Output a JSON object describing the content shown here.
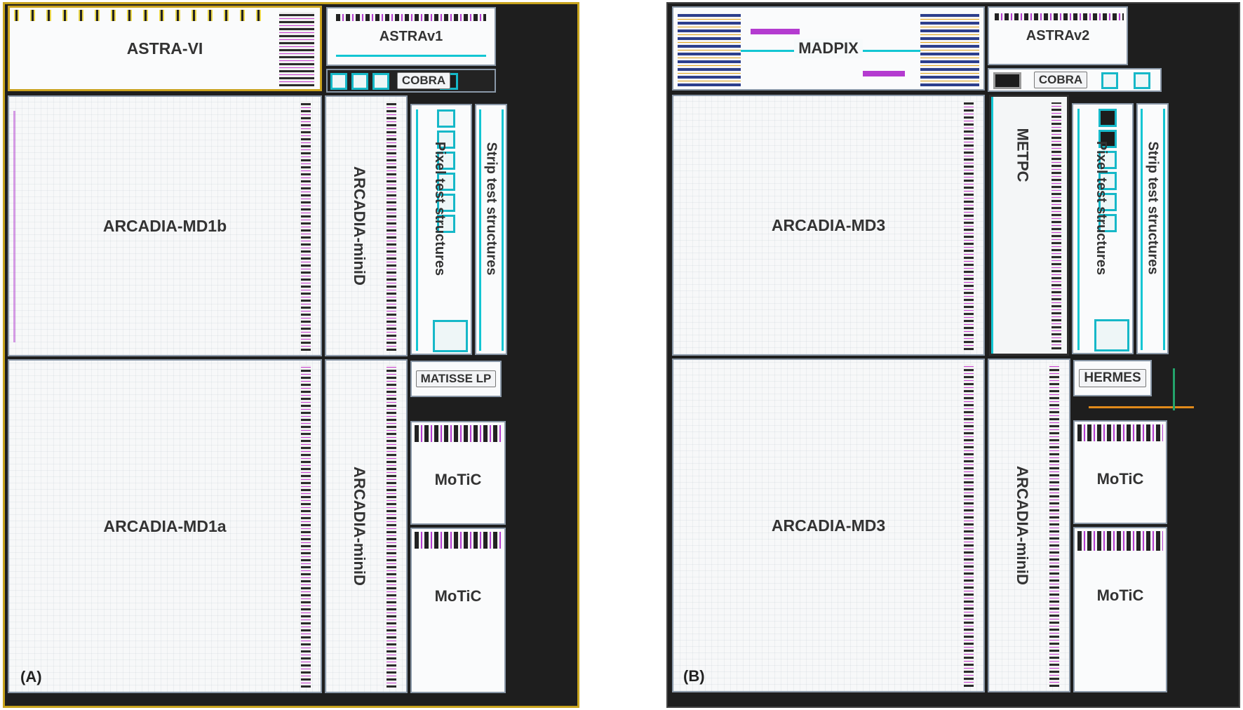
{
  "panel_a": {
    "tag": "(A)",
    "blocks": {
      "astra_vi": "ASTRA-VI",
      "astrav1": "ASTRAv1",
      "cobra": "COBRA",
      "md1b": "ARCADIA-MD1b",
      "minid_top": "ARCADIA-miniD",
      "pixel_test": "Pixel test structures",
      "strip_test": "Strip test structures",
      "matisse": "MATISSE LP",
      "md1a": "ARCADIA-MD1a",
      "minid_bottom": "ARCADIA-miniD",
      "motic_1": "MoTiC",
      "motic_2": "MoTiC"
    }
  },
  "panel_b": {
    "tag": "(B)",
    "blocks": {
      "madpix": "MADPIX",
      "astrav2": "ASTRAv2",
      "cobra": "COBRA",
      "md3_top": "ARCADIA-MD3",
      "metpc": "METPC",
      "pixel_test": "Pixel test structures",
      "strip_test": "Strip test structures",
      "hermes": "HERMES",
      "md3_bottom": "ARCADIA-MD3",
      "minid": "ARCADIA-miniD",
      "motic_1": "MoTiC",
      "motic_2": "MoTiC"
    }
  },
  "colors": {
    "background": "#ffffff",
    "die_background": "#1e1e1e",
    "label_text": "#333333",
    "accent_teal": "#13c6d3",
    "accent_magenta": "#b43bd0",
    "accent_yellow": "#caa21e"
  }
}
